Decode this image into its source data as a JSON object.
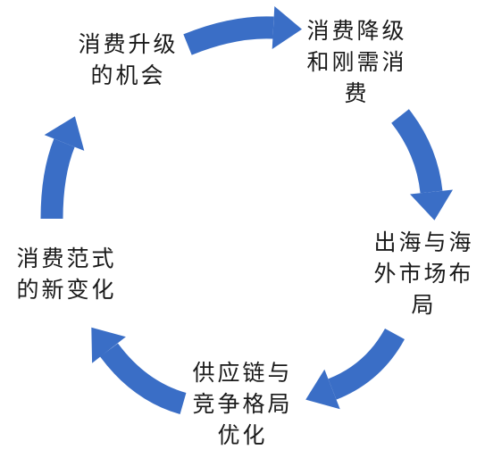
{
  "diagram": {
    "type": "cycle",
    "direction": "clockwise",
    "arrow_color": "#3A6EC6",
    "nodes": [
      {
        "lines": [
          "消费升级",
          "的机会"
        ]
      },
      {
        "lines": [
          "消费降级",
          "和刚需消",
          "费"
        ]
      },
      {
        "lines": [
          "出海与海",
          "外市场布",
          "局"
        ]
      },
      {
        "lines": [
          "供应链与",
          "竞争格局",
          "优化"
        ]
      },
      {
        "lines": [
          "消费范式",
          "的新变化"
        ]
      }
    ]
  }
}
